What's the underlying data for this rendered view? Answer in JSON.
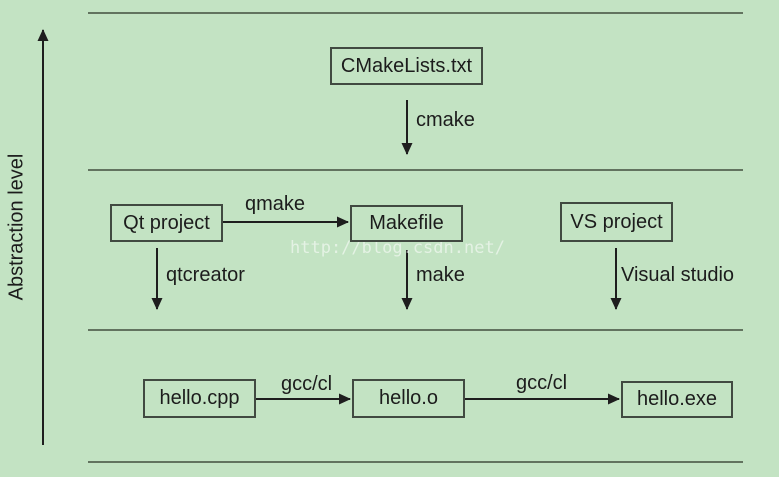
{
  "axis": {
    "label": "Abstraction level"
  },
  "watermark": {
    "text": "http://blog.csdn.net/"
  },
  "nodes": {
    "cmakelists": "CMakeLists.txt",
    "qt_project": "Qt project",
    "makefile": "Makefile",
    "vs_project": "VS project",
    "hello_cpp": "hello.cpp",
    "hello_o": "hello.o",
    "hello_exe": "hello.exe"
  },
  "edge_labels": {
    "cmake": "cmake",
    "qmake": "qmake",
    "qtcreator": "qtcreator",
    "make": "make",
    "visual_studio": "Visual studio",
    "gcc_cl_1": "gcc/cl",
    "gcc_cl_2": "gcc/cl"
  },
  "colors": {
    "background": "#c3e3c3",
    "line": "#62735f",
    "border": "#414a41",
    "arrow": "#1e1e1e",
    "text": "#1c1c1c",
    "watermark": "rgba(255,255,255,0.55)"
  }
}
